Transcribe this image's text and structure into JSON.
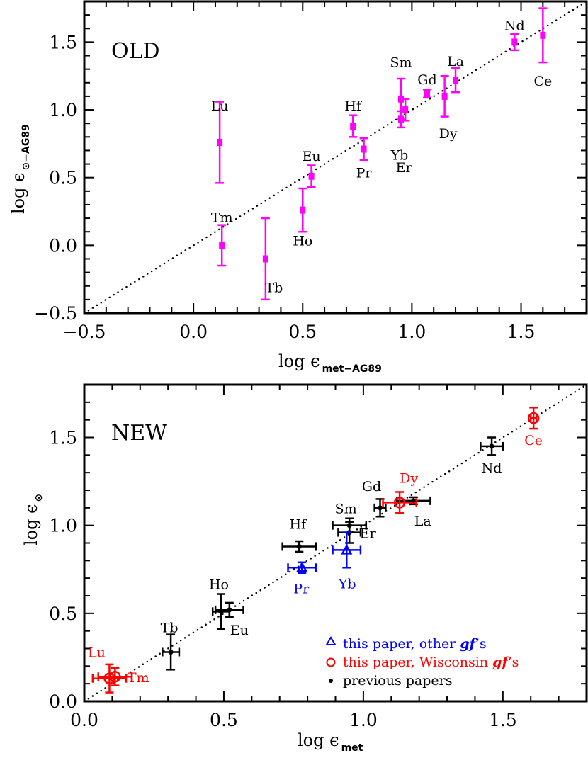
{
  "chart_data": [
    {
      "type": "scatter",
      "panel": "top",
      "title": "OLD",
      "xlabel": "log ε_met-AG89",
      "ylabel": "log ε_⊙-AG89",
      "xlim": [
        -0.5,
        1.8
      ],
      "ylim": [
        -0.5,
        1.8
      ],
      "xticks": [
        "−0.5",
        "0.0",
        "0.5",
        "1.0",
        "1.5"
      ],
      "yticks": [
        "−0.5",
        "0.0",
        "0.5",
        "1.0",
        "1.5"
      ],
      "reference_line": "y = x (dotted)",
      "marker_color": "#ff00ff",
      "points": [
        {
          "label": "Lu",
          "x": 0.12,
          "y": 0.76,
          "yerr": 0.3
        },
        {
          "label": "Tm",
          "x": 0.13,
          "y": 0.0,
          "yerr": 0.15
        },
        {
          "label": "Tb",
          "x": 0.33,
          "y": -0.1,
          "yerr": 0.3
        },
        {
          "label": "Ho",
          "x": 0.5,
          "y": 0.26,
          "yerr": 0.16
        },
        {
          "label": "Eu",
          "x": 0.54,
          "y": 0.51,
          "yerr": 0.08
        },
        {
          "label": "Hf",
          "x": 0.73,
          "y": 0.88,
          "yerr": 0.08
        },
        {
          "label": "Pr",
          "x": 0.78,
          "y": 0.71,
          "yerr": 0.08
        },
        {
          "label": "Sm",
          "x": 0.95,
          "y": 1.08,
          "yerr": 0.15
        },
        {
          "label": "Er",
          "x": 0.97,
          "y": 1.0,
          "yerr": 0.08
        },
        {
          "label": "Yb",
          "x": 0.95,
          "y": 0.93,
          "yerr": 0.06
        },
        {
          "label": "Gd",
          "x": 1.07,
          "y": 1.12,
          "yerr": 0.03
        },
        {
          "label": "Dy",
          "x": 1.15,
          "y": 1.1,
          "yerr": 0.15
        },
        {
          "label": "La",
          "x": 1.2,
          "y": 1.22,
          "yerr": 0.09
        },
        {
          "label": "Nd",
          "x": 1.47,
          "y": 1.5,
          "yerr": 0.06
        },
        {
          "label": "Ce",
          "x": 1.6,
          "y": 1.55,
          "yerr": 0.2
        }
      ]
    },
    {
      "type": "scatter",
      "panel": "bottom",
      "title": "NEW",
      "xlabel": "log ε_met",
      "ylabel": "log ε_⊙",
      "xlim": [
        0.0,
        1.8
      ],
      "ylim": [
        0.0,
        1.8
      ],
      "xticks": [
        "0.0",
        "0.5",
        "1.0",
        "1.5"
      ],
      "yticks": [
        "0.0",
        "0.5",
        "1.0",
        "1.5"
      ],
      "reference_line": "y = x (dotted)",
      "legend": [
        {
          "symbol": "triangle",
          "color": "#0000ff",
          "text": "this paper, other ",
          "italic": "gf",
          "suffix": "'s"
        },
        {
          "symbol": "circle",
          "color": "#ff0000",
          "text": "this paper, Wisconsin ",
          "italic": "gf",
          "suffix": "'s"
        },
        {
          "symbol": "dot",
          "color": "#000000",
          "text": "previous papers",
          "italic": "",
          "suffix": ""
        }
      ],
      "series": [
        {
          "name": "this paper, other gf's",
          "color": "#0000ff",
          "marker": "triangle",
          "points": [
            {
              "label": "Pr",
              "x": 0.78,
              "y": 0.76,
              "xerr": 0.05,
              "yerr": 0.03
            },
            {
              "label": "Yb",
              "x": 0.94,
              "y": 0.86,
              "xerr": 0.05,
              "yerr": 0.1
            }
          ]
        },
        {
          "name": "this paper, Wisconsin gf's",
          "color": "#ff0000",
          "marker": "circle",
          "points": [
            {
              "label": "Lu",
              "x": 0.09,
              "y": 0.13,
              "xerr": 0.06,
              "yerr": 0.08
            },
            {
              "label": "Tm",
              "x": 0.11,
              "y": 0.14,
              "xerr": 0.06,
              "yerr": 0.05
            },
            {
              "label": "Dy",
              "x": 1.13,
              "y": 1.13,
              "xerr": 0.06,
              "yerr": 0.06
            },
            {
              "label": "Ce",
              "x": 1.61,
              "y": 1.61,
              "xerr": 0.01,
              "yerr": 0.06
            }
          ]
        },
        {
          "name": "previous papers",
          "color": "#000000",
          "marker": "dot",
          "points": [
            {
              "label": "Tb",
              "x": 0.31,
              "y": 0.28,
              "xerr": 0.03,
              "yerr": 0.1
            },
            {
              "label": "Ho",
              "x": 0.49,
              "y": 0.51,
              "xerr": 0.03,
              "yerr": 0.1
            },
            {
              "label": "Eu",
              "x": 0.52,
              "y": 0.52,
              "xerr": 0.05,
              "yerr": 0.04
            },
            {
              "label": "Hf",
              "x": 0.77,
              "y": 0.88,
              "xerr": 0.06,
              "yerr": 0.03
            },
            {
              "label": "Sm",
              "x": 0.95,
              "y": 1.0,
              "xerr": 0.06,
              "yerr": 0.04
            },
            {
              "label": "Er",
              "x": 0.95,
              "y": 0.96,
              "xerr": 0.04,
              "yerr": 0.06
            },
            {
              "label": "Gd",
              "x": 1.06,
              "y": 1.1,
              "xerr": 0.02,
              "yerr": 0.05
            },
            {
              "label": "La",
              "x": 1.18,
              "y": 1.14,
              "xerr": 0.06,
              "yerr": 0.02
            },
            {
              "label": "Nd",
              "x": 1.46,
              "y": 1.45,
              "xerr": 0.04,
              "yerr": 0.05
            }
          ]
        }
      ]
    }
  ],
  "top": {
    "tag": "OLD",
    "xlabel_main": "log ϵ",
    "xlabel_sub": "met−AG89",
    "ylabel_main": "log ϵ",
    "ylabel_sub": "⊙−AG89"
  },
  "bottom": {
    "tag": "NEW",
    "xlabel_main": "log ϵ",
    "xlabel_sub": "met",
    "ylabel_main": "log ϵ",
    "ylabel_sub": "⊙",
    "legend": {
      "l1_text": "this paper, other ",
      "l1_italic": "gf",
      "l1_suffix": "’s",
      "l2_text": "this paper, Wisconsin ",
      "l2_italic": "gf",
      "l2_suffix": "’s",
      "l3_text": "previous papers"
    }
  }
}
